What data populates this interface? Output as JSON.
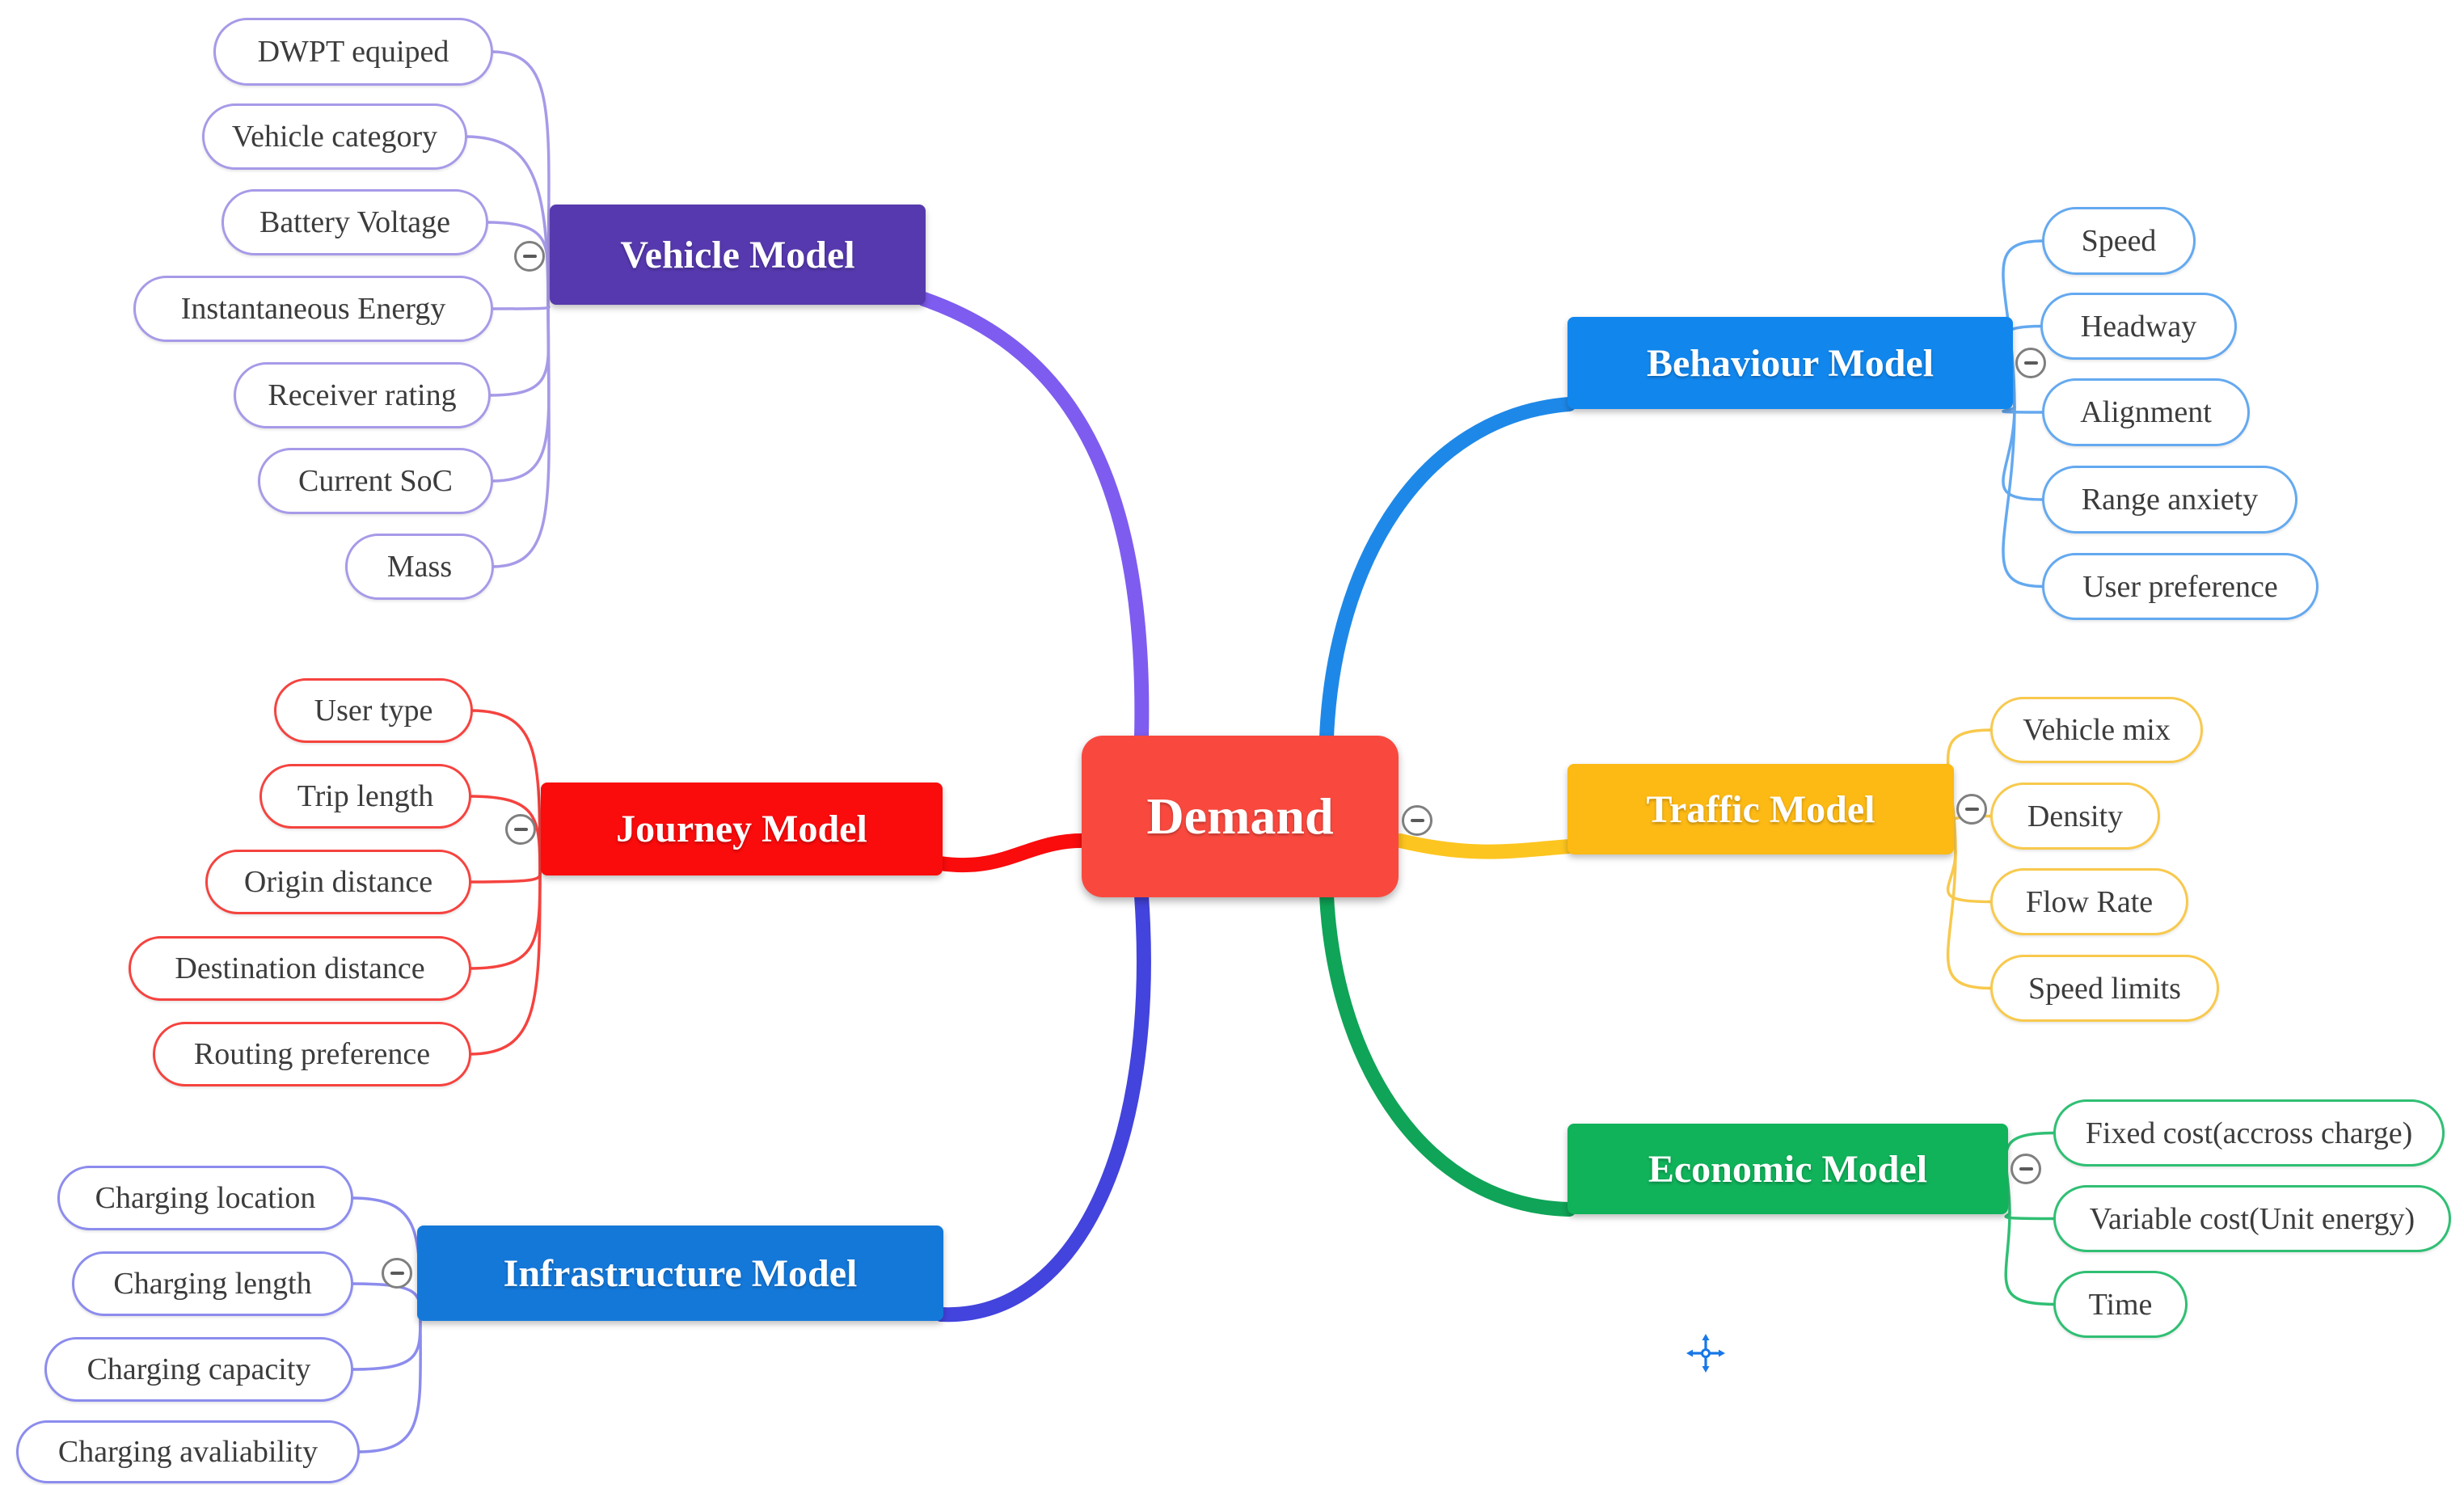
{
  "root": {
    "label": "Demand",
    "color": "#F9493F",
    "text_color": "#FFFFFF"
  },
  "branches": [
    {
      "id": "vehicle",
      "label": "Vehicle Model",
      "box_color": "#5639AE",
      "curve_color": "#7E5CF0",
      "child_color": "#A79AE8",
      "children": [
        "DWPT equiped",
        "Vehicle category",
        "Battery Voltage",
        "Instantaneous Energy",
        "Receiver rating",
        "Current SoC",
        "Mass"
      ]
    },
    {
      "id": "journey",
      "label": "Journey Model",
      "box_color": "#FA0B0C",
      "curve_color": "#FA0B0C",
      "child_color": "#F5433F",
      "children": [
        "User type",
        "Trip length",
        "Origin distance",
        "Destination distance",
        "Routing preference"
      ]
    },
    {
      "id": "infrastructure",
      "label": "Infrastructure Model",
      "box_color": "#1478D9",
      "curve_color": "#4343DD",
      "child_color": "#8C8CEE",
      "children": [
        "Charging location",
        "Charging length",
        "Charging capacity",
        "Charging avaliability"
      ]
    },
    {
      "id": "behaviour",
      "label": "Behaviour Model",
      "box_color": "#1187EE",
      "curve_color": "#1E88E8",
      "child_color": "#64A9F0",
      "children": [
        "Speed",
        "Headway",
        "Alignment",
        "Range anxiety",
        "User preference"
      ]
    },
    {
      "id": "traffic",
      "label": "Traffic Model",
      "box_color": "#FDB914",
      "curve_color": "#FDC51F",
      "child_color": "#F8C94D",
      "children": [
        "Vehicle mix",
        "Density",
        "Flow Rate",
        "Speed limits"
      ]
    },
    {
      "id": "economic",
      "label": "Economic Model",
      "box_color": "#10B25A",
      "curve_color": "#0FA457",
      "child_color": "#30BF74",
      "children": [
        "Fixed cost(accross charge)",
        "Variable cost(Unit energy)",
        "Time"
      ]
    }
  ],
  "controls": {
    "collapse_symbol": "−"
  }
}
